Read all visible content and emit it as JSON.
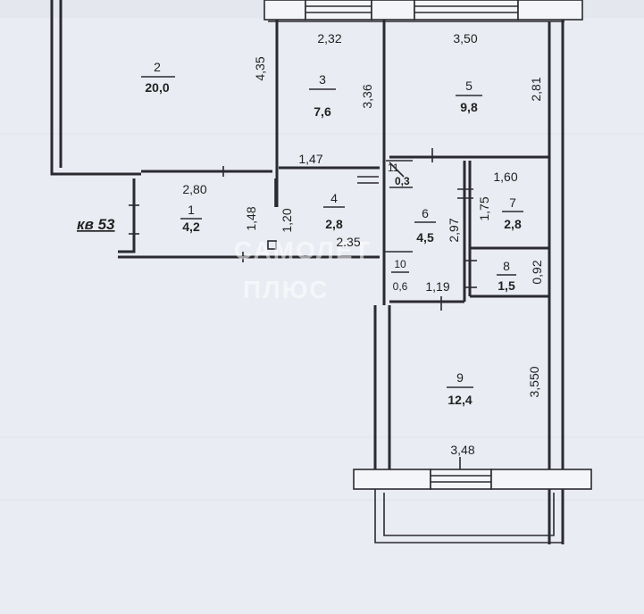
{
  "apartment_label": "кв 53",
  "watermark": {
    "line1": "САМОЛЕТ",
    "line2": "ПЛЮС"
  },
  "rooms": [
    {
      "id": "2",
      "area": "20,0"
    },
    {
      "id": "3",
      "area": "7,6"
    },
    {
      "id": "5",
      "area": "9,8"
    },
    {
      "id": "1",
      "area": "4,2"
    },
    {
      "id": "4",
      "area": "2,8"
    },
    {
      "id": "11",
      "area": "0,3"
    },
    {
      "id": "6",
      "area": "4,5"
    },
    {
      "id": "7",
      "area": "2,8"
    },
    {
      "id": "8",
      "area": "1,5"
    },
    {
      "id": "10",
      "area": "0,6"
    },
    {
      "id": "9",
      "area": "12,4"
    }
  ],
  "dimensions": {
    "r3_width": "2,32",
    "r5_width": "3,50",
    "r2_depth": "4,35",
    "r3_depth": "3,36",
    "r5_depth": "2,81",
    "corridor_top": "1,47",
    "r1_width": "2,80",
    "r1_depth": "1,48",
    "r4_depth": "1,20",
    "corridor_len": "2.35",
    "r6_depth": "2,97",
    "r7_width": "1,60",
    "r7_depth": "1,75",
    "r8_depth": "0,92",
    "r10_width": "1,19",
    "r9_depth": "3,550",
    "r9_width": "3,48"
  }
}
